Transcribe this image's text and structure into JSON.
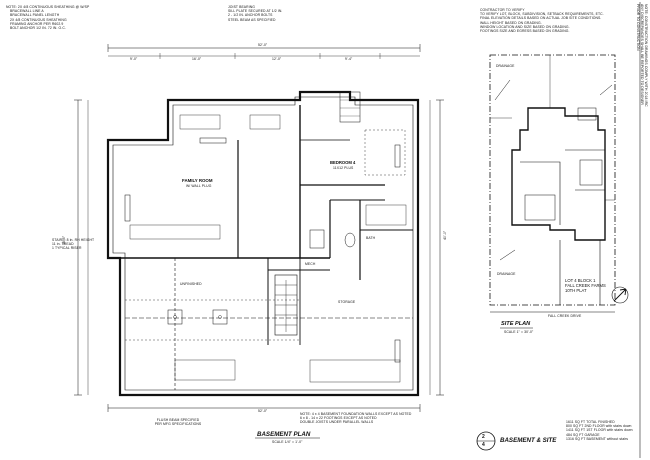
{
  "notes_top_left": [
    "NOTE: 2X 4/8 CONTINUOUS SHEATHING @ W/SP",
    "BRACEWALL LINE A",
    "BRACEWALL PANEL LENGTH",
    "2X 4/8 CONTINUOUS SHEATHING",
    "FRAMING ANCHOR PER R602.9",
    "BOLT ANCHOR 1/2 IN. 72 IN. O.C."
  ],
  "notes_top_center": [
    "JOIST BEARING",
    "SILL PLATE SECURED AT 1/2 IN.",
    "2 - 1/2 IN. ANCHOR BOLTS",
    "STEEL BEAM AS SPECIFIED"
  ],
  "notes_top_right": [
    "CONTRACTOR TO VERIFY",
    "TO VERIFY LOT, BLOCK, SUBDIVISION, SETBACK REQUIREMENTS, ETC.",
    "FINAL ELEVATION DETAILS BASED ON ACTUAL JOB SITE CONDITIONS.",
    "WALL HEIGHT BASED ON GRADING.",
    "WINDOW LOCATION AND SIZE BASED ON GRADING.",
    "FOOTINGS SIZE AND EGRESS BASED ON GRADING."
  ],
  "notes_mid_left": [
    "STAIRS: 8 in. RH HEIGHT",
    "11 in. TREAD",
    "1 TYPICAL RISER"
  ],
  "notes_bottom_center": [
    "NOTE: 4 x 4 BASEMENT FOUNDATION WALLS EXCEPT AS NOTED",
    "6 x 8 - 14 x 22 FOOTINGS EXCEPT AS NOTED",
    "DOUBLE JOISTS UNDER PARALLEL WALLS"
  ],
  "notes_bottom_left": [
    "FLUSH BEAM SPECIFIED",
    "PER MFG SPECIFICATIONS"
  ],
  "rooms": {
    "family_room": "FAMILY ROOM",
    "family_sub": "W/ WALL PLUG",
    "bedroom": "BEDROOM 4",
    "bedroom_sub": "11X12 PLUS",
    "storage": "STORAGE",
    "unfinished": "UNFINISHED",
    "bath": "BATH",
    "mech": "MECH"
  },
  "plan_title": "BASEMENT PLAN",
  "plan_scale": "SCALE 1/4\" = 1'-0\"",
  "site": {
    "title": "SITE PLAN",
    "scale": "SCALE 1\" = 30'-0\"",
    "lot_line_1": "LOT 4 BLOCK 1",
    "lot_line_2": "FALL CREEK FARMS",
    "lot_line_3": "10TH PLAT",
    "street": "FALL CREEK DRIVE",
    "drainage_1": "DRAINAGE",
    "drainage_2": "DRAINAGE"
  },
  "sheet": {
    "number": "2",
    "total": "4",
    "title": "BASEMENT & SITE",
    "area_lines": [
      "1611 SQ FT  TOTAL FINISHED",
      "800 SQ FT  2ND FLOOR  with stairs down",
      "1411 SQ FT  1ST FLOOR  with stairs down",
      "484 SQ FT  GARAGE",
      "1316 SQ FT  BASEMENT  without stairs"
    ],
    "side_notes": [
      "NOTE: CONSTRUCTION DRAWINGS COMPLY WITH 2018 IRC",
      "ANY DISCREPANCIES SHALL BE REPORTED TO DESIGNER",
      "PRIOR TO CONSTRUCTION"
    ]
  },
  "dimensions": {
    "top_overall": "52'-0\"",
    "top_segments": [
      "9'-0\"",
      "16'-0\"",
      "12'-0\"",
      "9'-4\""
    ],
    "left_overall": "46'-0\"",
    "right_overall": "40'-0\"",
    "bottom_overall": "52'-0\""
  }
}
